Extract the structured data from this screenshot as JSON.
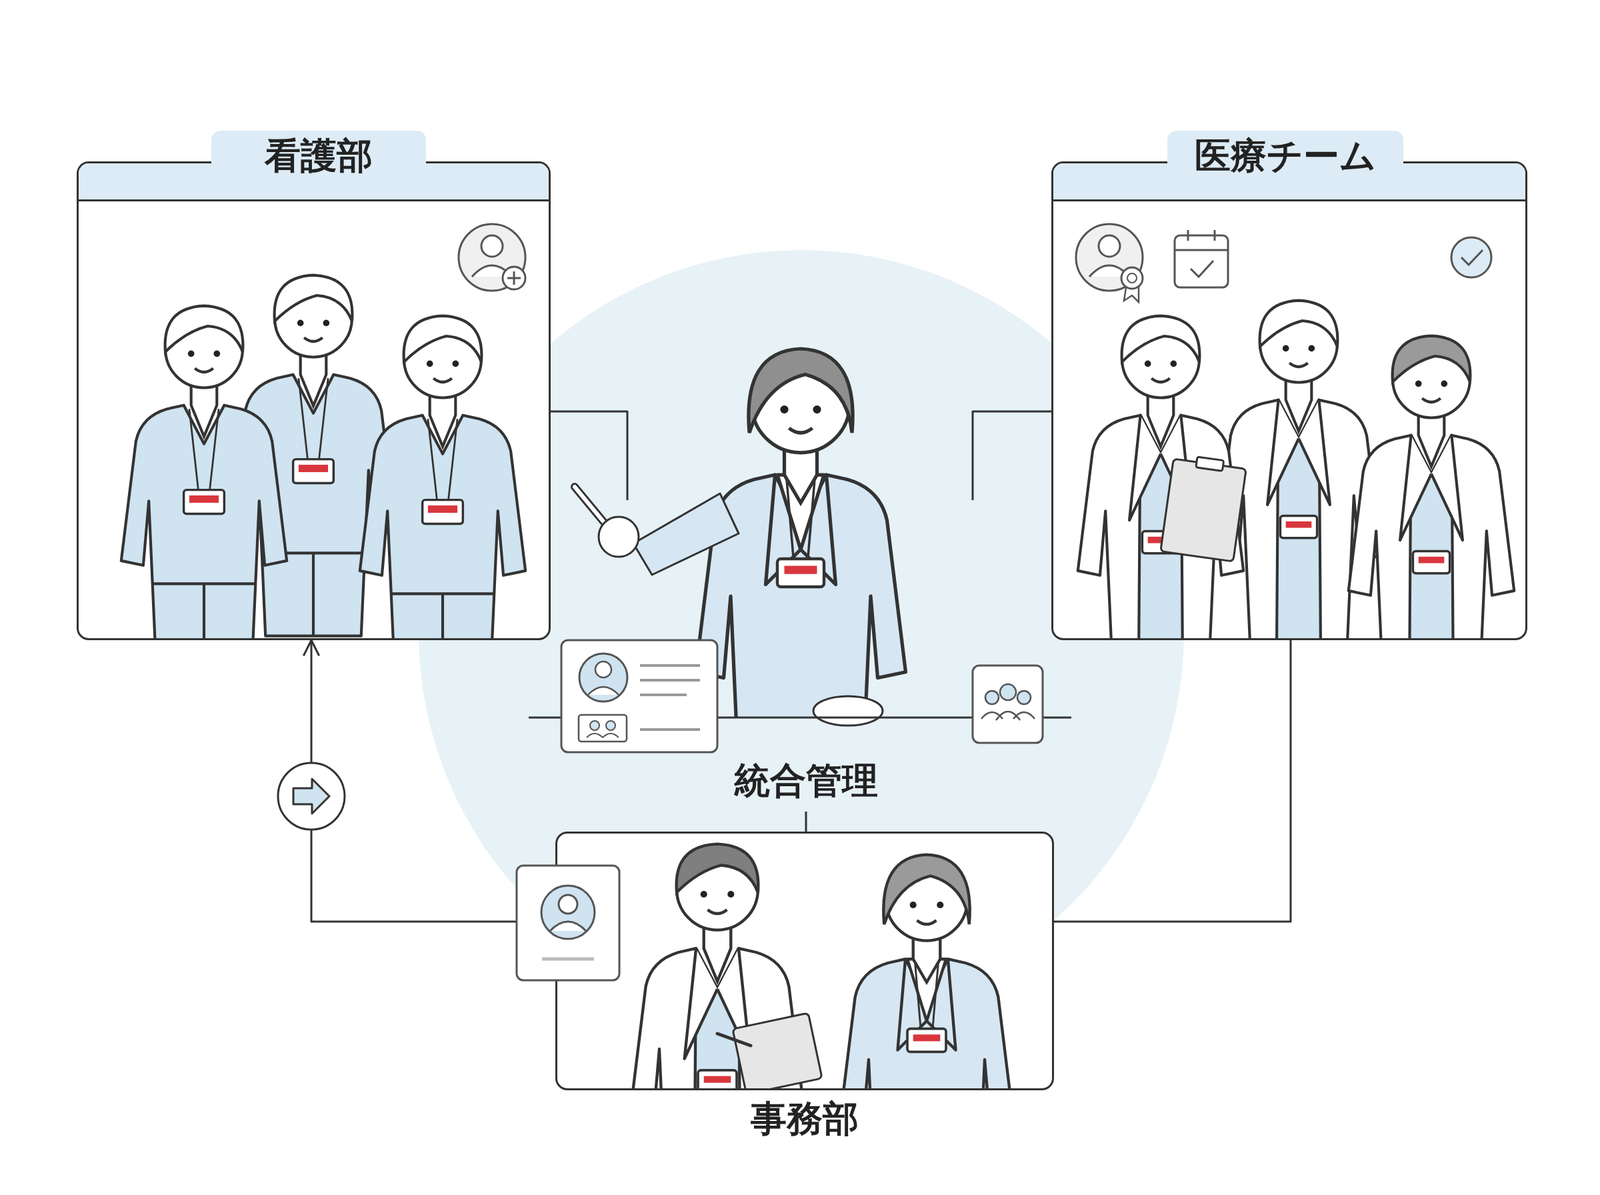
{
  "diagram": {
    "nodes": [
      {
        "text": [
          "看護部"
        ]
      },
      {
        "text": [
          "医療チーム"
        ]
      },
      {
        "text": [
          "統合管理"
        ]
      },
      {
        "text": [
          "事務部"
        ]
      }
    ],
    "edges": [
      {
        "from": 0,
        "to": 2,
        "arrow": "none"
      },
      {
        "from": 1,
        "to": 2,
        "arrow": "none"
      },
      {
        "from": 2,
        "to": 3,
        "arrow": "none"
      },
      {
        "from": 3,
        "to": 0,
        "arrow": "to"
      },
      {
        "from": 1,
        "to": 3,
        "arrow": "none"
      }
    ]
  }
}
